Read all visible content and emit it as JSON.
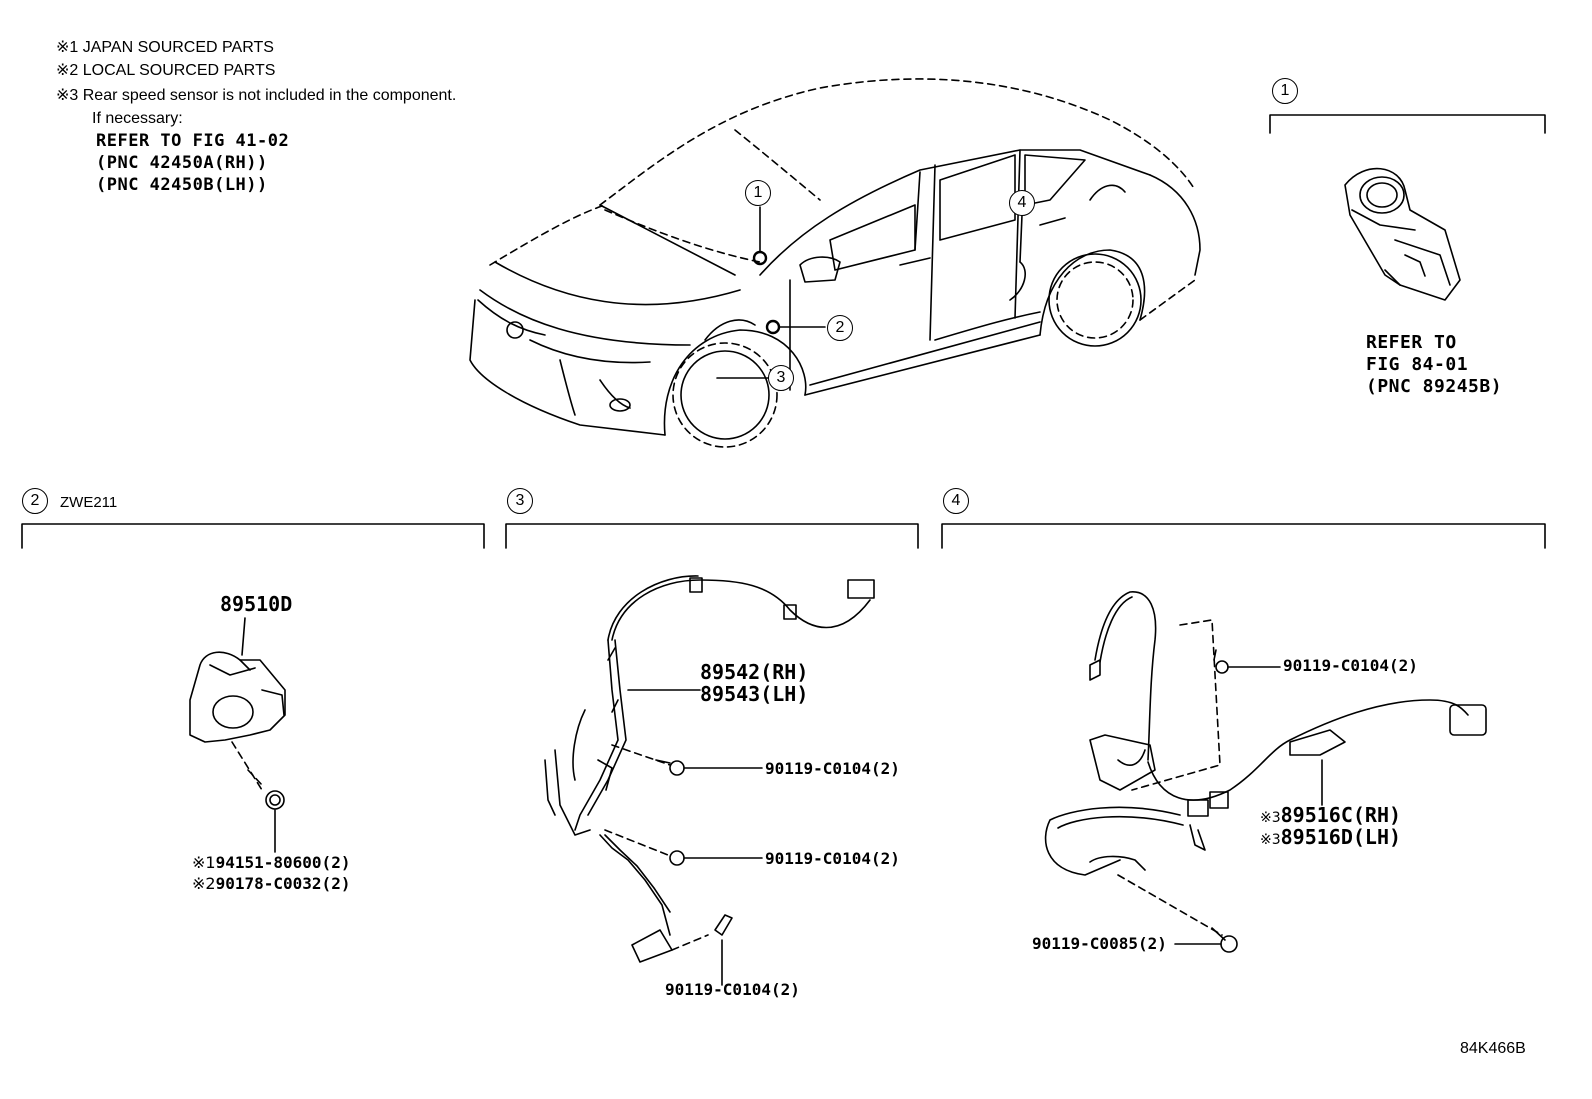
{
  "notes": {
    "n1": "※1 JAPAN SOURCED PARTS",
    "n2": "※2 LOCAL SOURCED PARTS",
    "n3": "※3 Rear speed sensor is not included in the component.",
    "if_necessary": "If necessary:",
    "refer_1": "REFER TO FIG 41-02",
    "refer_2": "(PNC 42450A(RH))",
    "refer_3": "(PNC 42450B(LH))"
  },
  "callouts": {
    "c1": "1",
    "c2": "2",
    "c3": "3",
    "c4": "4"
  },
  "section1": {
    "label": "1",
    "refer_a": "REFER TO",
    "refer_b": "FIG 84-01",
    "refer_c": "(PNC 89245B)"
  },
  "section2": {
    "label": "2",
    "model": "ZWE211",
    "part_main": "89510D",
    "part_a_mark": "※1",
    "part_a": "94151-80600(2)",
    "part_b_mark": "※2",
    "part_b": "90178-C0032(2)"
  },
  "section3": {
    "label": "3",
    "part_rh": "89542(RH)",
    "part_lh": "89543(LH)",
    "bolt1": "90119-C0104(2)",
    "bolt2": "90119-C0104(2)",
    "bolt3": "90119-C0104(2)"
  },
  "section4": {
    "label": "4",
    "bolt_top": "90119-C0104(2)",
    "rh_mark": "※3",
    "part_rh": "89516C(RH)",
    "lh_mark": "※3",
    "part_lh": "89516D(LH)",
    "bolt_bottom": "90119-C0085(2)"
  },
  "figure_code": "84K466B"
}
